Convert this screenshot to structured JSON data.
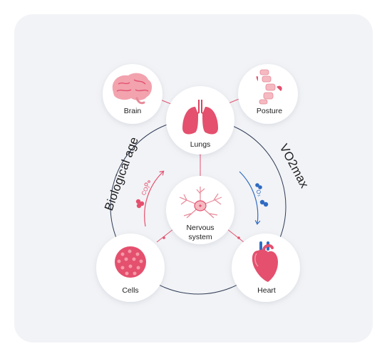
{
  "nodes": {
    "brain": "Brain",
    "posture": "Posture",
    "lungs": "Lungs",
    "nervous_line1": "Nervous",
    "nervous_line2": "system",
    "cells": "Cells",
    "heart": "Heart"
  },
  "arcs": {
    "left": "Biological age",
    "right": "VO2max"
  },
  "gases": {
    "left": "CO₂",
    "right": "O₂"
  },
  "colors": {
    "accent": "#e4506e",
    "blue": "#2f6bc2",
    "line": "#2d3a55",
    "card": "#f2f3f6"
  }
}
